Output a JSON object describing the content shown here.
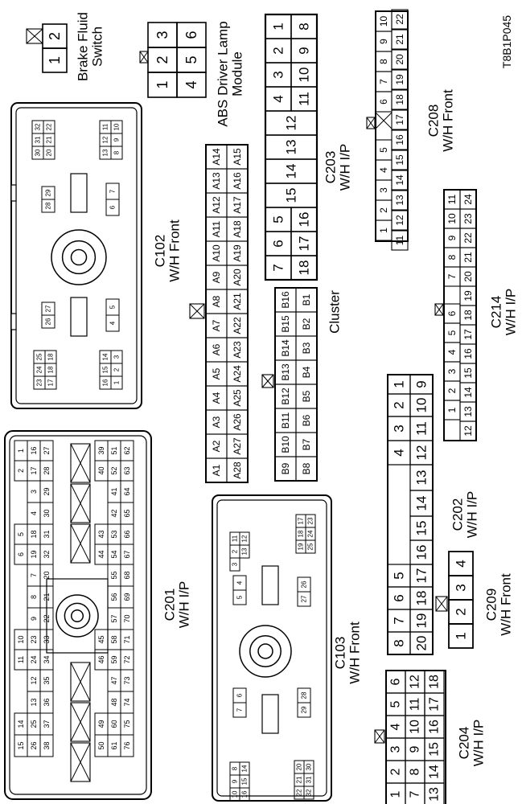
{
  "figure_id": "T8B1P045",
  "connectors": [
    {
      "id": "brake",
      "label": [
        "Brake Fluid",
        "Switch"
      ],
      "pins": [
        [
          "2"
        ],
        [
          "1"
        ]
      ]
    },
    {
      "id": "abs",
      "label": [
        "ABS Driver Lamp",
        "Module"
      ],
      "pins": [
        [
          "3",
          "6"
        ],
        [
          "2",
          "5"
        ],
        [
          "1",
          "4"
        ]
      ]
    },
    {
      "id": "c203",
      "label": [
        "C203",
        "W/H I/P"
      ],
      "pins": [
        [
          "1",
          "8"
        ],
        [
          "2",
          "9"
        ],
        [
          "3",
          "10"
        ],
        [
          "4",
          "11"
        ],
        [
          "12"
        ],
        [
          "13"
        ],
        [
          "14"
        ],
        [
          "15"
        ],
        [
          "5",
          "16"
        ],
        [
          "6",
          "17"
        ],
        [
          "7",
          "18"
        ]
      ]
    },
    {
      "id": "c208",
      "label": [
        "C208",
        "W/H Front"
      ],
      "top": [
        "10",
        "9",
        "8",
        "7",
        "6",
        "5",
        "4",
        "3",
        "2",
        "1"
      ],
      "bottom": [
        "22",
        "21",
        "20",
        "19",
        "18",
        "17",
        "16",
        "15",
        "14",
        "13",
        "12",
        "11"
      ]
    },
    {
      "id": "c214",
      "label": [
        "C214",
        "W/H I/P"
      ],
      "top": [
        "11",
        "10",
        "9",
        "8",
        "7",
        "6",
        "5",
        "4",
        "3",
        "2",
        "1"
      ],
      "bottom": [
        "24",
        "23",
        "22",
        "21",
        "20",
        "19",
        "18",
        "17",
        "16",
        "15",
        "14",
        "13",
        "12"
      ]
    },
    {
      "id": "cluster_a",
      "label": [
        "Cluster"
      ],
      "top": [
        "A14",
        "A13",
        "A12",
        "A11",
        "A10",
        "A9",
        "A8",
        "A7",
        "A6",
        "A5",
        "A4",
        "A3",
        "A2",
        "A1"
      ],
      "bottom": [
        "A15",
        "A16",
        "A17",
        "A18",
        "A19",
        "A20",
        "A21",
        "A22",
        "A23",
        "A24",
        "A25",
        "A26",
        "A27",
        "A28"
      ]
    },
    {
      "id": "cluster_b",
      "top": [
        "B16",
        "B15",
        "B14",
        "B13",
        "B12",
        "B11",
        "B10",
        "B9"
      ],
      "bottom": [
        "B1",
        "B2",
        "B3",
        "B4",
        "B5",
        "B6",
        "B7",
        "B8"
      ]
    },
    {
      "id": "c102",
      "label": [
        "C102",
        "W/H Front"
      ],
      "groups": [
        [
          [
            "32",
            "31",
            "30"
          ],
          [
            "22",
            "21",
            "20"
          ]
        ],
        [
          [
            "11",
            "12",
            "13"
          ],
          [
            "10",
            "9",
            "8"
          ]
        ],
        [
          [
            "29",
            "28"
          ]
        ],
        [
          [
            "7",
            "6"
          ]
        ],
        [
          [
            "27",
            "26"
          ]
        ],
        [
          [
            "5",
            "4"
          ]
        ],
        [
          [
            "25",
            "24",
            "23"
          ],
          [
            "18",
            "18",
            "17"
          ]
        ],
        [
          [
            "14",
            "15",
            "16"
          ],
          [
            "3",
            "2",
            "1"
          ]
        ]
      ]
    },
    {
      "id": "c201",
      "label": [
        "C201",
        "W/H I/P"
      ],
      "left": [
        [
          "1",
          "16",
          "27"
        ],
        [
          "2",
          "17",
          "28"
        ],
        [
          "3",
          "29"
        ],
        [
          "4",
          "30"
        ],
        [
          "5",
          "18",
          "31"
        ],
        [
          "6",
          "19",
          "32"
        ],
        [
          "7",
          "20"
        ],
        [
          "8",
          "21"
        ],
        [
          "9",
          "22"
        ],
        [
          "10",
          "23",
          "33"
        ],
        [
          "11",
          "24",
          "34"
        ],
        [
          "12",
          "35"
        ],
        [
          "13",
          "36"
        ],
        [
          "14",
          "25",
          "37"
        ],
        [
          "15",
          "26",
          "38"
        ]
      ],
      "right": [
        [
          "39",
          "51",
          "62"
        ],
        [
          "40",
          "52",
          "63"
        ],
        [
          "41",
          "64"
        ],
        [
          "42",
          "65"
        ],
        [
          "43",
          "53",
          "66"
        ],
        [
          "44",
          "54",
          "67"
        ],
        [
          "55",
          "68"
        ],
        [
          "56",
          "69"
        ],
        [
          "57",
          "70"
        ],
        [
          "45",
          "58",
          "71"
        ],
        [
          "46",
          "59",
          "72"
        ],
        [
          "47",
          "73"
        ],
        [
          "48",
          "74"
        ],
        [
          "49",
          "60",
          "75"
        ],
        [
          "50",
          "61",
          "76"
        ]
      ]
    },
    {
      "id": "c103",
      "label": [
        "C103",
        "W/H Front"
      ],
      "groups": [
        [
          [
            "11",
            "2",
            "3"
          ],
          [
            "12",
            "13"
          ]
        ],
        [
          [
            "17",
            "18",
            "19"
          ],
          [
            "23",
            "24",
            "25"
          ]
        ],
        [
          [
            "4",
            "5"
          ]
        ],
        [
          [
            "26",
            "27"
          ]
        ],
        [
          [
            "6",
            "7"
          ]
        ],
        [
          [
            "28",
            "29"
          ]
        ],
        [
          [
            "8",
            "9",
            "10"
          ],
          [
            "14",
            "15",
            "16"
          ]
        ],
        [
          [
            "20",
            "21",
            "22"
          ],
          [
            "30",
            "31",
            "32"
          ]
        ]
      ]
    },
    {
      "id": "c202",
      "label": [
        "C202",
        "W/H I/P"
      ],
      "pins": [
        [
          "1",
          "9"
        ],
        [
          "2",
          "10"
        ],
        [
          "3",
          "11"
        ],
        [
          "4",
          "12"
        ],
        [
          "13"
        ],
        [
          "14"
        ],
        [
          "15"
        ],
        [
          "16"
        ],
        [
          "5",
          "17"
        ],
        [
          "6",
          "18"
        ],
        [
          "7",
          "19"
        ],
        [
          "8",
          "20"
        ]
      ]
    },
    {
      "id": "c209",
      "label": [
        "C209",
        "W/H Front"
      ],
      "pins": [
        "4",
        "3",
        "2",
        "1"
      ]
    },
    {
      "id": "c204",
      "label": [
        "C204",
        "W/H I/P"
      ],
      "pins": [
        [
          "6",
          "12",
          "18"
        ],
        [
          "5",
          "11",
          "17"
        ],
        [
          "4",
          "10",
          "16"
        ],
        [
          "3",
          "9",
          "15"
        ],
        [
          "2",
          "8",
          "14"
        ],
        [
          "1",
          "7",
          "13"
        ]
      ]
    }
  ]
}
